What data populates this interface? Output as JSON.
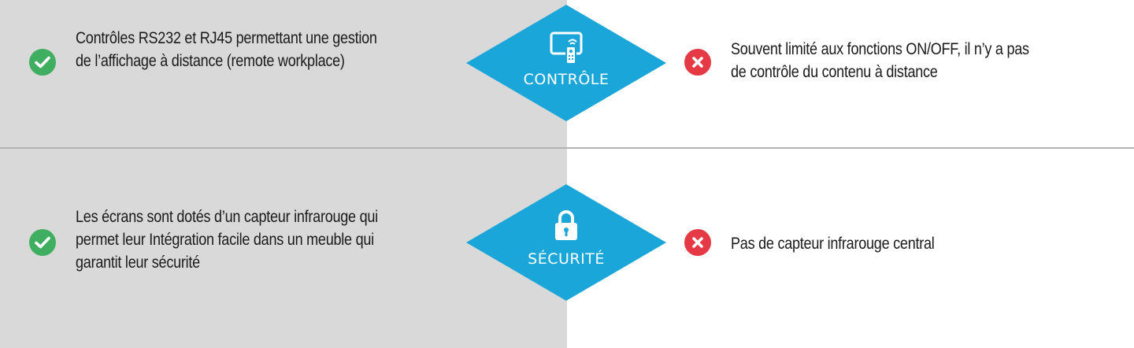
{
  "rows": [
    {
      "category": "CONTRÔLE",
      "category_icon": "remote-display-icon",
      "pro_icon": "check-icon",
      "pro_lines": [
        "Contrôles RS232 et RJ45 permettant une gestion",
        "de l’affichage à distance (remote workplace)"
      ],
      "con_icon": "cross-icon",
      "con_lines": [
        "Souvent limité aux fonctions ON/OFF, il n’y a pas",
        "de contrôle du contenu à distance"
      ]
    },
    {
      "category": "SÉCURITÉ",
      "category_icon": "padlock-icon",
      "pro_icon": "check-icon",
      "pro_lines": [
        "Les écrans sont dotés d’un capteur infrarouge qui",
        "permet leur Intégration facile dans un meuble qui",
        "garantit leur sécurité"
      ],
      "con_icon": "cross-icon",
      "con_lines": [
        "Pas de capteur infrarouge central"
      ]
    }
  ],
  "colors": {
    "left_panel": "#d9d9d9",
    "right_panel": "#ffffff",
    "diamond": "#1aa6d9",
    "check": "#3fae60",
    "cross": "#e53945",
    "divider": "#b3b3b3"
  }
}
